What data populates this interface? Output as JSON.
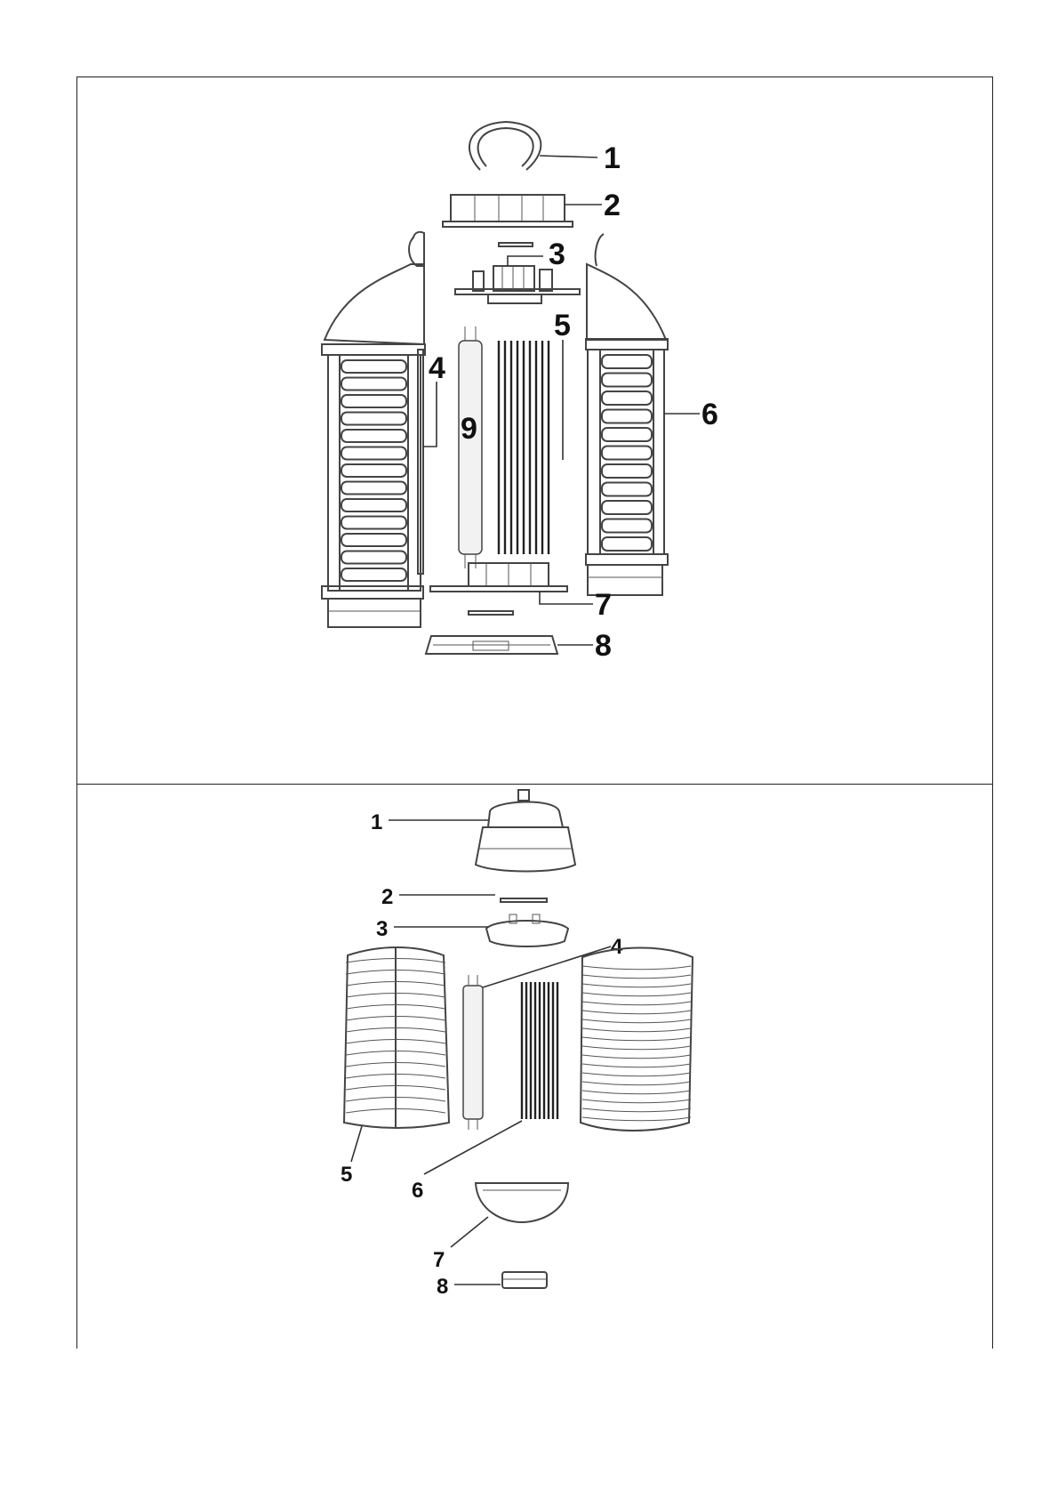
{
  "diagram_top": {
    "callouts": [
      "1",
      "2",
      "3",
      "4",
      "5",
      "6",
      "7",
      "8",
      "9"
    ]
  },
  "diagram_bottom": {
    "callouts": [
      "1",
      "2",
      "3",
      "4",
      "5",
      "6",
      "7",
      "8"
    ]
  }
}
